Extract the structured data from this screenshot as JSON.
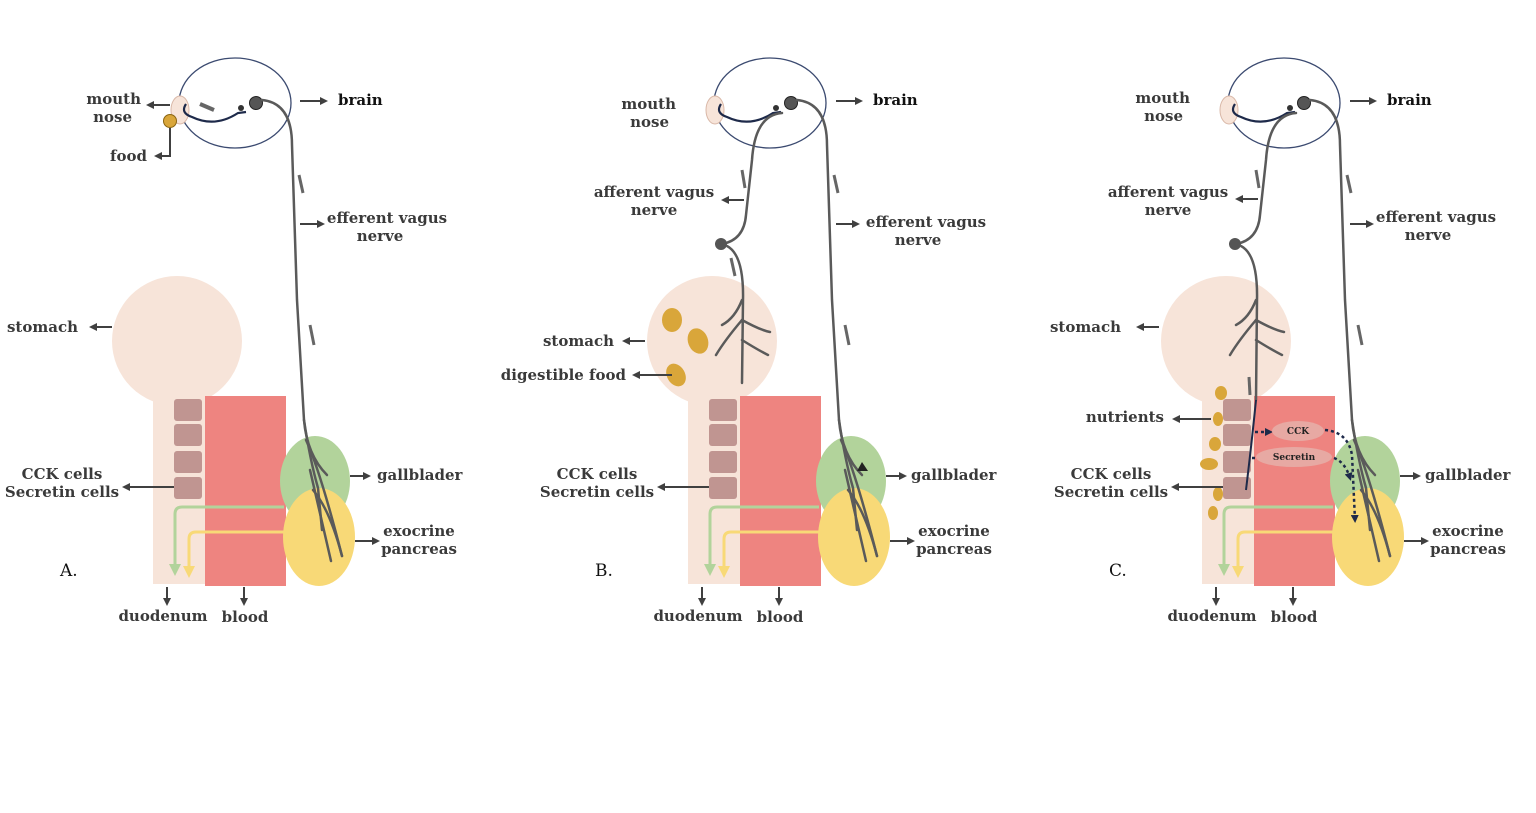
{
  "panels": [
    {
      "id": "A",
      "label": "A.",
      "labels": {
        "mouth_nose": [
          "mouth",
          "nose"
        ],
        "food": "food",
        "brain": "brain",
        "efferent": [
          "efferent vagus",
          "nerve"
        ],
        "stomach": "stomach",
        "cells": [
          "CCK cells",
          "Secretin cells"
        ],
        "gallbladder": "gallblader",
        "pancreas": [
          "exocrine",
          "pancreas"
        ],
        "duodenum": "duodenum",
        "blood": "blood"
      }
    },
    {
      "id": "B",
      "label": "B.",
      "labels": {
        "mouth_nose": [
          "mouth",
          "nose"
        ],
        "brain": "brain",
        "afferent": [
          "afferent vagus",
          "nerve"
        ],
        "efferent": [
          "efferent vagus",
          "nerve"
        ],
        "stomach": "stomach",
        "digestible_food": "digestible food",
        "cells": [
          "CCK cells",
          "Secretin cells"
        ],
        "gallbladder": "gallblader",
        "pancreas": [
          "exocrine",
          "pancreas"
        ],
        "duodenum": "duodenum",
        "blood": "blood"
      }
    },
    {
      "id": "C",
      "label": "C.",
      "labels": {
        "mouth_nose": [
          "mouth",
          "nose"
        ],
        "brain": "brain",
        "afferent": [
          "afferent vagus",
          "nerve"
        ],
        "efferent": [
          "efferent vagus",
          "nerve"
        ],
        "stomach": "stomach",
        "nutrients": "nutrients",
        "cells": [
          "CCK cells",
          "Secretin cells"
        ],
        "gallbladder": "gallblader",
        "pancreas": [
          "exocrine",
          "pancreas"
        ],
        "duodenum": "duodenum",
        "blood": "blood",
        "cck": "CCK",
        "secretin": "Secretin"
      }
    }
  ],
  "colors": {
    "stomach": "#f7e4d9",
    "blood": "#ee8480",
    "gallbladder": "#b2d39b",
    "pancreas": "#f8d977",
    "cells": "#c09591",
    "food": "#d9a63a",
    "nerve": "#5a5a5a",
    "head_outline": "#3b4a70",
    "green_path": "#b2d39b",
    "yellow_path": "#f8d977"
  }
}
